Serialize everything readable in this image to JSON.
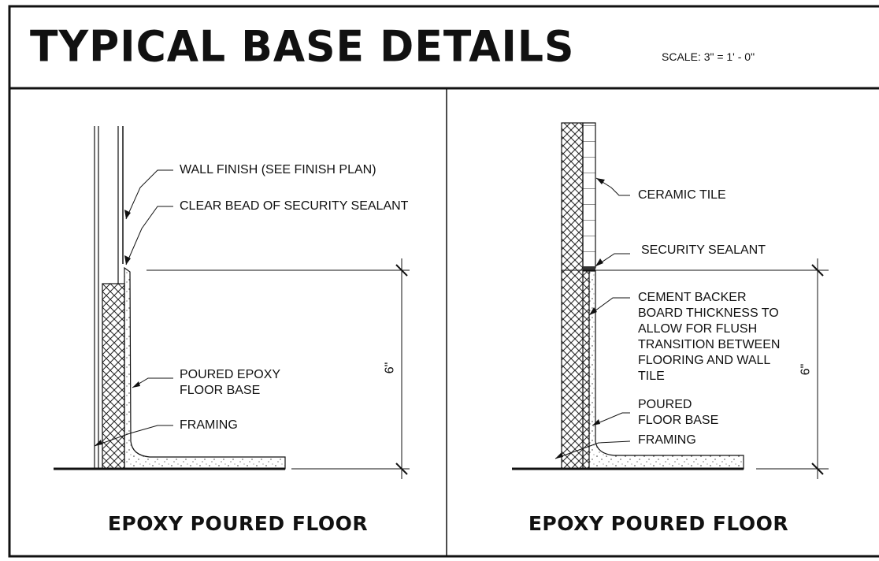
{
  "title": "TYPICAL BASE DETAILS",
  "scale": "SCALE:  3\" = 1' - 0\"",
  "left": {
    "caption": "EPOXY POURED FLOOR",
    "labels": {
      "wall_finish": "WALL FINISH (SEE FINISH PLAN)",
      "sealant": "CLEAR BEAD OF SECURITY SEALANT",
      "epoxy_line1": "POURED EPOXY",
      "epoxy_line2": "FLOOR BASE",
      "framing": "FRAMING"
    },
    "dimension": "6\""
  },
  "right": {
    "caption": "EPOXY POURED FLOOR",
    "labels": {
      "ceramic_tile": "CERAMIC TILE",
      "sealant": "SECURITY SEALANT",
      "backer_1": "CEMENT BACKER",
      "backer_2": "BOARD THICKNESS TO",
      "backer_3": "ALLOW FOR FLUSH",
      "backer_4": "TRANSITION BETWEEN",
      "backer_5": "FLOORING AND WALL",
      "backer_6": "TILE",
      "floor_base_1": "POURED",
      "floor_base_2": "FLOOR BASE",
      "framing": "FRAMING"
    },
    "dimension": "6\""
  }
}
